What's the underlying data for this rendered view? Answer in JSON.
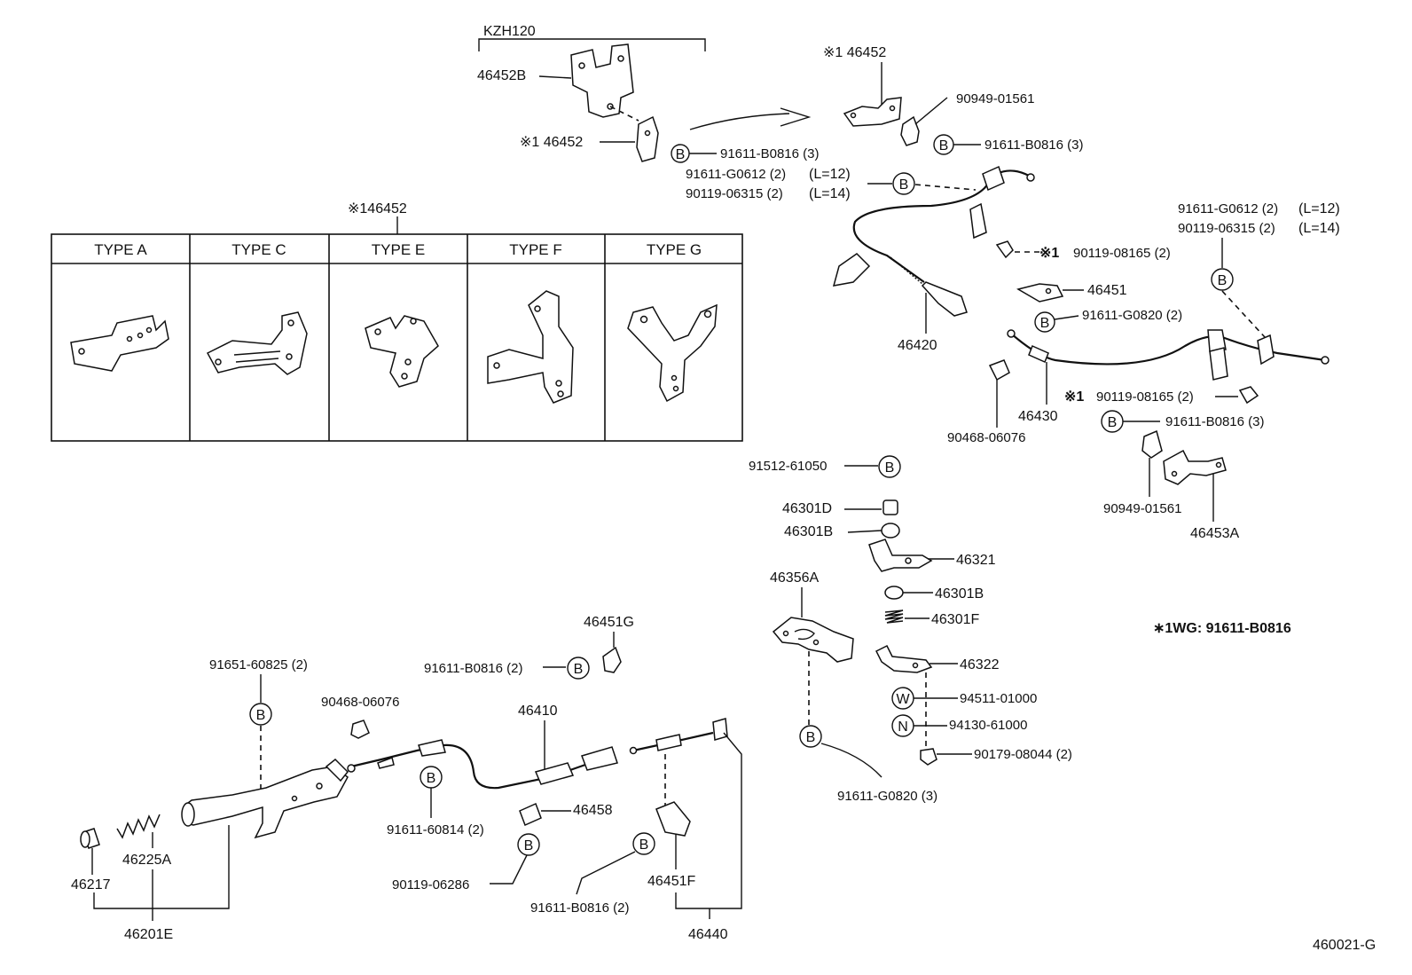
{
  "model_bracket": {
    "model": "KZH120",
    "bracket_b": "46452B",
    "bracket_note": "※1 46452"
  },
  "bracket_table": {
    "heading": "※146452",
    "types": [
      "TYPE  A",
      "TYPE  C",
      "TYPE  E",
      "TYPE  F",
      "TYPE  G"
    ]
  },
  "bolt_marker": "B",
  "washer_marker": "W",
  "nut_marker": "N",
  "upper_right": {
    "bracket_note": "※1 46452",
    "clip_top": "90949-01561",
    "bolt_top": "91611-B0816 (3)",
    "bolt_mid": "91611-B0816 (3)",
    "bolt_alt_1": "91611-G0612 (2)",
    "bolt_alt_1_len": "(L=12)",
    "bolt_alt_2": "90119-06315 (2)",
    "bolt_alt_2_len": "(L=14)",
    "right_alt_1": "91611-G0612 (2)",
    "right_alt_1_len": "(L=12)",
    "right_alt_2": "90119-06315 (2)",
    "right_alt_2_len": "(L=14)",
    "star_mark": "※1",
    "bolt_sm_1": "90119-08165 (2)",
    "bracket_46451": "46451",
    "bolt_g0820": "91611-G0820 (2)",
    "cable_left": "46420",
    "cable_right": "46430",
    "clip_mid": "90468-06076",
    "bolt_sm_2": "90119-08165 (2)",
    "bolt_b0816_r": "91611-B0816 (3)",
    "clip_bottom": "90949-01561",
    "bracket_46453a": "46453A"
  },
  "equalizer": {
    "pin": "91512-61050",
    "bush_d": "46301D",
    "bush_b1": "46301B",
    "lever_46321": "46321",
    "bush_b2": "46301B",
    "spring_f": "46301F",
    "lever_46322": "46322",
    "washer": "94511-01000",
    "nut": "94130-61000",
    "bolt": "90179-08044 (2)",
    "plate": "46356A",
    "plate_bolt": "91611-G0820 (3)"
  },
  "wg_note": "∗1WG: 91611-B0816",
  "lever_assembly": {
    "bolt_top": "91651-60825 (2)",
    "clip": "90468-06076",
    "knob": "46217",
    "spring": "46225A",
    "assy": "46201E",
    "bracket_g": "46451G",
    "bracket_g_bolt": "91611-B0816 (2)",
    "front_cable": "46410",
    "front_cable_bolt": "91611-60814 (2)",
    "damper": "46458",
    "damper_bolt": "90119-06286",
    "bracket_f_bolt": "91611-B0816 (2)",
    "bracket_f": "46451F",
    "intermediate": "46440"
  },
  "figure_number": "460021-G"
}
